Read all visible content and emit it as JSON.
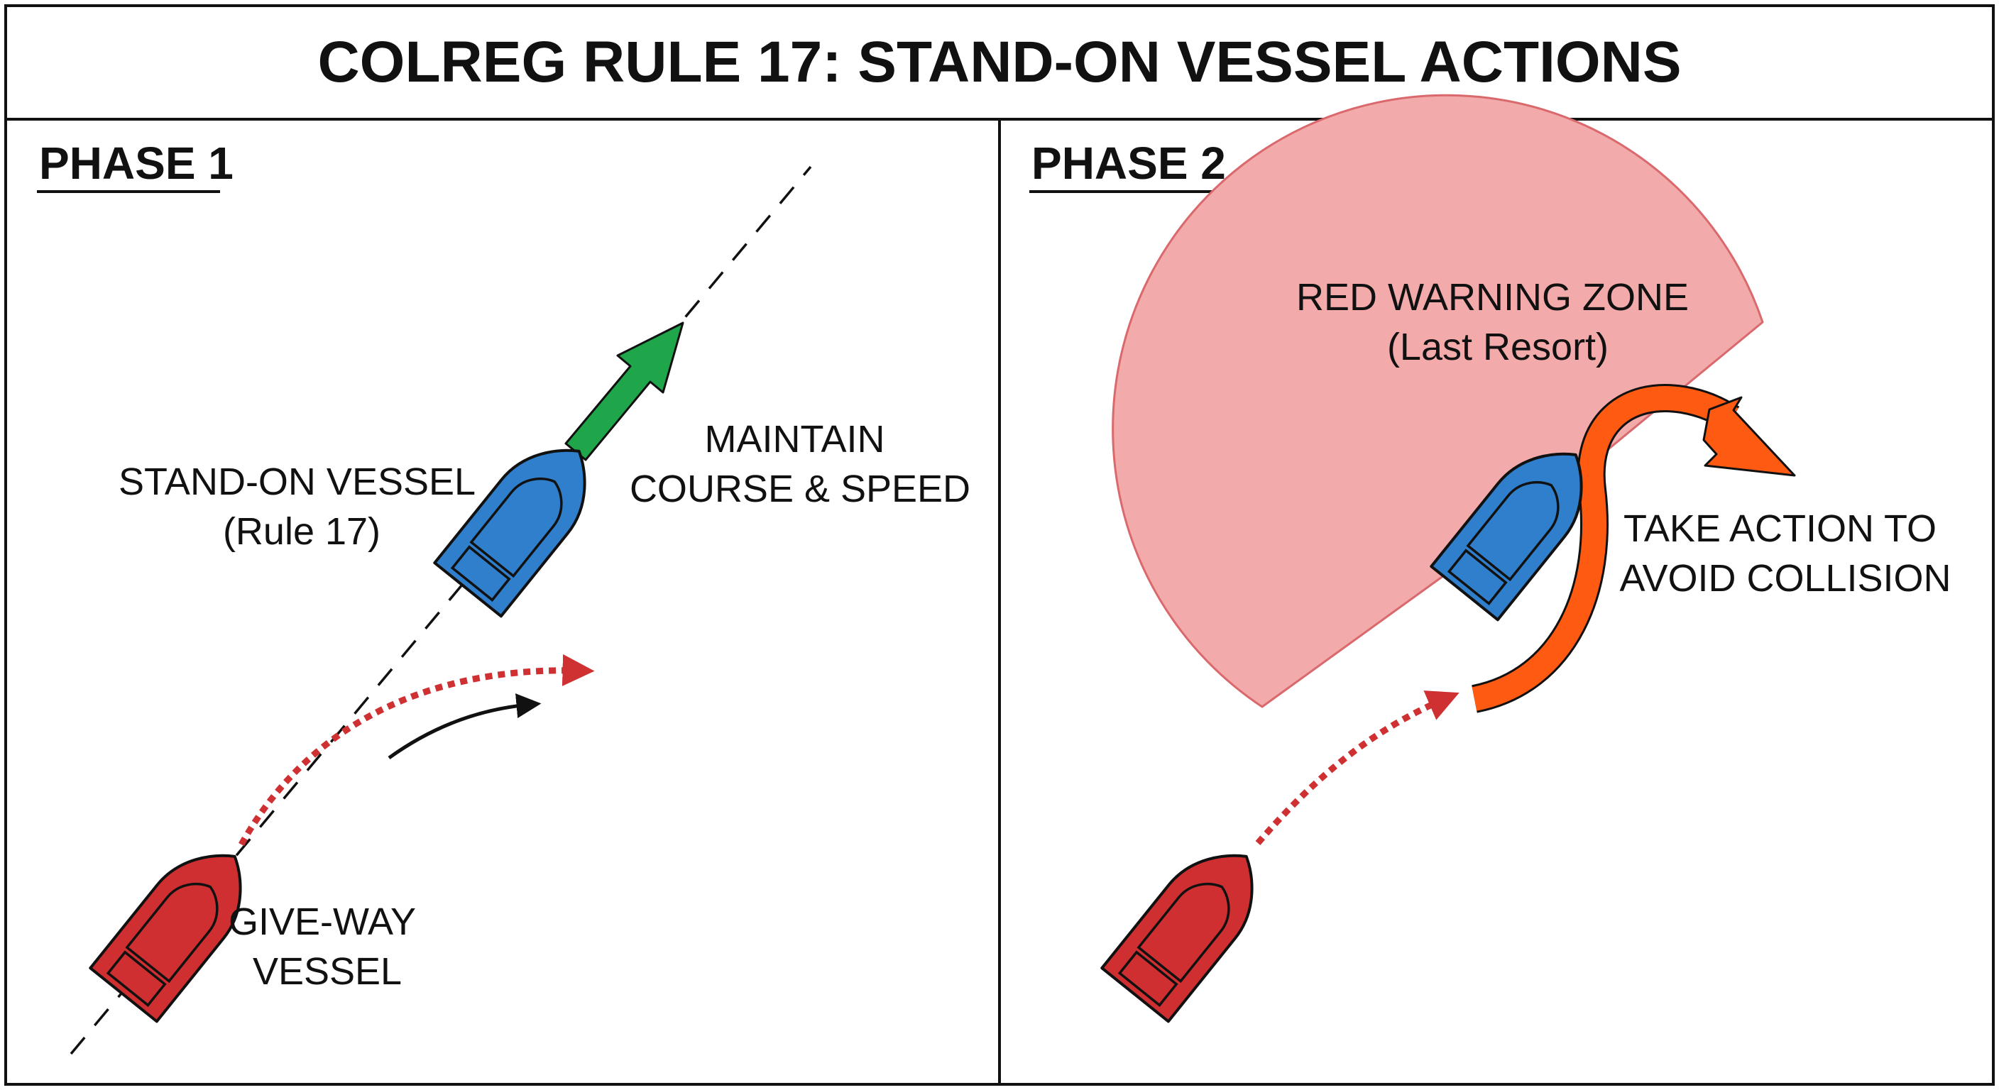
{
  "title": "COLREG RULE 17: STAND-ON VESSEL ACTIONS",
  "colors": {
    "stand_on_vessel": "#2f7fcc",
    "give_way_vessel": "#cf2f30",
    "maintain_arrow": "#1fa64a",
    "action_arrow": "#ff5a12",
    "warning_zone": "#f2aaaa",
    "warning_zone_edge": "#d9696d",
    "dotted_path": "#cf3032",
    "outline": "#111111"
  },
  "phase1": {
    "heading": "PHASE 1",
    "stand_on_label": [
      "STAND-ON VESSEL",
      "(Rule 17)"
    ],
    "maintain_label": [
      "MAINTAIN",
      "COURSE & SPEED"
    ],
    "give_way_label": [
      "GIVE-WAY",
      "VESSEL"
    ]
  },
  "phase2": {
    "heading": "PHASE 2",
    "zone_label": [
      "RED WARNING ZONE",
      "(Last Resort)"
    ],
    "action_label": [
      "TAKE ACTION TO",
      "AVOID COLLISION"
    ]
  }
}
